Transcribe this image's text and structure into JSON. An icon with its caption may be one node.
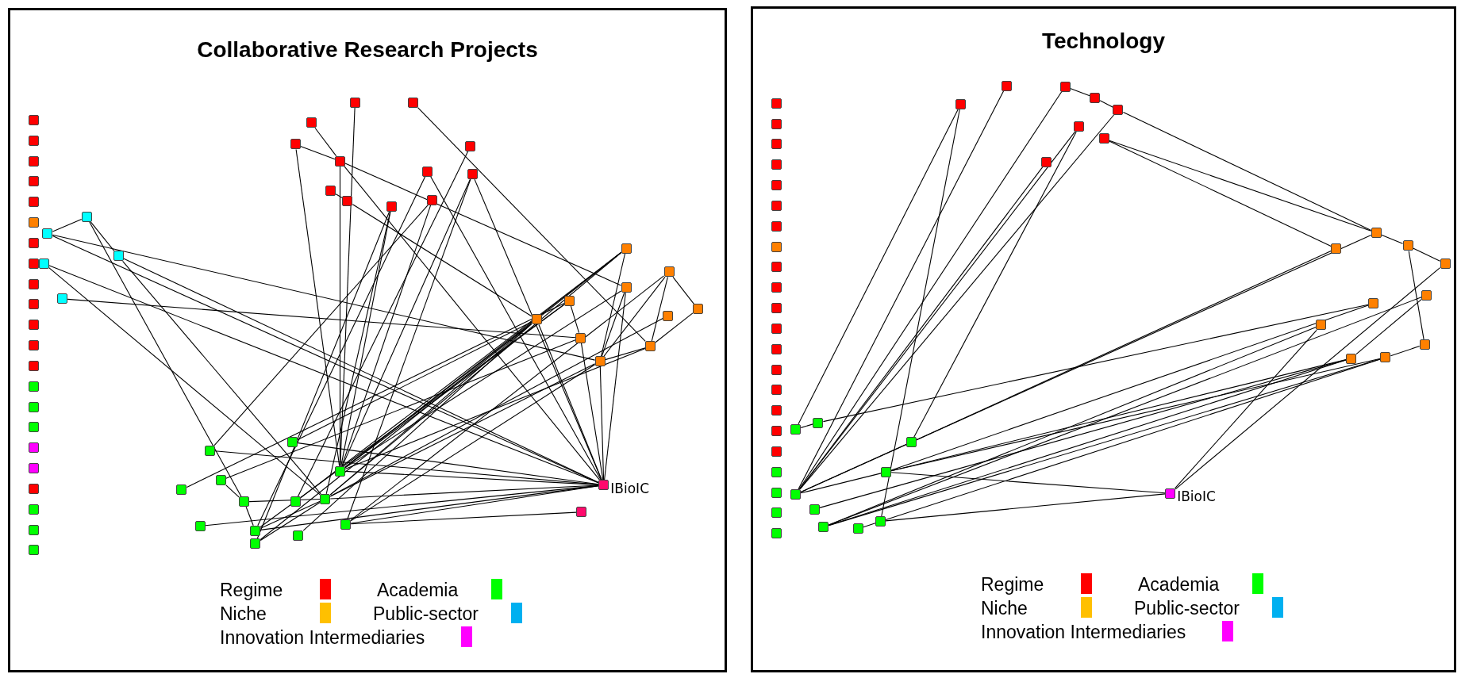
{
  "diagram": {
    "nodes": [
      {
        "text": [
          "Collaborative Research Projects"
        ]
      },
      {
        "text": [],
        "shape": "box",
        "in": 0
      },
      {
        "text": [],
        "shape": "box",
        "in": 0
      },
      {
        "text": [],
        "shape": "box",
        "in": 0
      },
      {
        "text": [],
        "shape": "box",
        "in": 0
      },
      {
        "text": [],
        "shape": "box",
        "in": 0
      },
      {
        "text": [],
        "shape": "box",
        "in": 0
      },
      {
        "text": [],
        "shape": "box",
        "in": 0
      },
      {
        "text": [],
        "shape": "box",
        "in": 0
      },
      {
        "text": [],
        "shape": "box",
        "in": 0
      },
      {
        "text": [],
        "shape": "box",
        "in": 0
      },
      {
        "text": [],
        "shape": "box",
        "in": 0
      },
      {
        "text": [],
        "shape": "box",
        "in": 0
      },
      {
        "text": [],
        "shape": "box",
        "in": 0
      },
      {
        "text": [],
        "shape": "box",
        "in": 0
      },
      {
        "text": [],
        "shape": "box",
        "in": 0
      },
      {
        "text": [],
        "shape": "box",
        "in": 0
      },
      {
        "text": [],
        "shape": "box",
        "in": 0
      },
      {
        "text": [],
        "shape": "box",
        "in": 0
      },
      {
        "text": [],
        "shape": "box",
        "in": 0
      },
      {
        "text": [],
        "shape": "box",
        "in": 0
      },
      {
        "text": [],
        "shape": "box",
        "in": 0
      },
      {
        "text": [],
        "shape": "box",
        "in": 0
      },
      {
        "text": [],
        "shape": "box",
        "in": 0
      },
      {
        "text": [],
        "shape": "box",
        "in": 0
      },
      {
        "text": [],
        "shape": "box",
        "in": 0
      },
      {
        "text": [],
        "shape": "box",
        "in": 0
      },
      {
        "text": [],
        "shape": "box",
        "in": 0
      },
      {
        "text": [],
        "shape": "box",
        "in": 0
      },
      {
        "text": [],
        "shape": "box",
        "in": 0
      },
      {
        "text": [],
        "shape": "box",
        "in": 0
      },
      {
        "text": [],
        "shape": "box",
        "in": 0
      },
      {
        "text": [],
        "shape": "box",
        "in": 0
      },
      {
        "text": [],
        "shape": "box",
        "in": 0
      },
      {
        "text": [],
        "shape": "box",
        "in": 0
      },
      {
        "text": [],
        "shape": "box",
        "in": 0
      },
      {
        "text": [],
        "shape": "box",
        "in": 0
      },
      {
        "text": [],
        "shape": "box",
        "in": 0
      },
      {
        "text": [],
        "shape": "box",
        "in": 0
      },
      {
        "text": [],
        "shape": "box",
        "in": 0
      },
      {
        "text": [],
        "shape": "box",
        "in": 0
      },
      {
        "text": [],
        "shape": "box",
        "in": 0
      },
      {
        "text": [],
        "shape": "box",
        "in": 0
      },
      {
        "text": [],
        "shape": "box",
        "in": 0
      },
      {
        "text": [],
        "shape": "box",
        "in": 0
      },
      {
        "text": [],
        "shape": "box",
        "in": 0
      },
      {
        "text": [],
        "shape": "box",
        "in": 0
      },
      {
        "text": [],
        "shape": "box",
        "in": 0
      },
      {
        "text": [],
        "shape": "box",
        "in": 0
      },
      {
        "text": [],
        "shape": "box",
        "in": 0
      },
      {
        "text": [],
        "shape": "box",
        "in": 0
      },
      {
        "text": [],
        "shape": "box",
        "in": 0
      },
      {
        "text": [],
        "shape": "box",
        "in": 0
      },
      {
        "text": [],
        "shape": "box",
        "in": 0
      },
      {
        "text": [],
        "shape": "box",
        "in": 0
      },
      {
        "text": [],
        "shape": "box",
        "in": 0
      },
      {
        "text": [],
        "shape": "box",
        "in": 0
      },
      {
        "text": [],
        "shape": "box",
        "in": 0
      },
      {
        "text": [],
        "shape": "box",
        "in": 0
      },
      {
        "text": [],
        "shape": "box",
        "in": 0
      },
      {
        "text": [],
        "shape": "box",
        "in": 0
      },
      {
        "text": [],
        "shape": "box",
        "in": 0
      },
      {
        "text": [],
        "shape": "box",
        "in": 0
      },
      {
        "text": [],
        "shape": "box",
        "in": 0,
        "beside": [
          "IBioIC"
        ]
      },
      {
        "text": [],
        "shape": "box",
        "in": 0
      },
      {
        "text": [
          "Technology"
        ]
      },
      {
        "text": [],
        "shape": "box",
        "in": 65
      },
      {
        "text": [],
        "shape": "box",
        "in": 65
      },
      {
        "text": [],
        "shape": "box",
        "in": 65
      },
      {
        "text": [],
        "shape": "box",
        "in": 65
      },
      {
        "text": [],
        "shape": "box",
        "in": 65
      },
      {
        "text": [],
        "shape": "box",
        "in": 65
      },
      {
        "text": [],
        "shape": "box",
        "in": 65
      },
      {
        "text": [],
        "shape": "box",
        "in": 65
      },
      {
        "text": [],
        "shape": "box",
        "in": 65
      },
      {
        "text": [],
        "shape": "box",
        "in": 65
      },
      {
        "text": [],
        "shape": "box",
        "in": 65
      },
      {
        "text": [],
        "shape": "box",
        "in": 65
      },
      {
        "text": [],
        "shape": "box",
        "in": 65
      },
      {
        "text": [],
        "shape": "box",
        "in": 65
      },
      {
        "text": [],
        "shape": "box",
        "in": 65
      },
      {
        "text": [],
        "shape": "box",
        "in": 65
      },
      {
        "text": [],
        "shape": "box",
        "in": 65
      },
      {
        "text": [],
        "shape": "box",
        "in": 65
      },
      {
        "text": [],
        "shape": "box",
        "in": 65
      },
      {
        "text": [],
        "shape": "box",
        "in": 65
      },
      {
        "text": [],
        "shape": "box",
        "in": 65
      },
      {
        "text": [],
        "shape": "box",
        "in": 65
      },
      {
        "text": [],
        "shape": "box",
        "in": 65
      },
      {
        "text": [],
        "shape": "box",
        "in": 65
      },
      {
        "text": [],
        "shape": "box",
        "in": 65
      },
      {
        "text": [],
        "shape": "box",
        "in": 65
      },
      {
        "text": [],
        "shape": "box",
        "in": 65
      },
      {
        "text": [],
        "shape": "box",
        "in": 65
      },
      {
        "text": [],
        "shape": "box",
        "in": 65
      },
      {
        "text": [],
        "shape": "box",
        "in": 65
      },
      {
        "text": [],
        "shape": "box",
        "in": 65
      },
      {
        "text": [],
        "shape": "box",
        "in": 65
      },
      {
        "text": [],
        "shape": "box",
        "in": 65
      },
      {
        "text": [],
        "shape": "box",
        "in": 65
      },
      {
        "text": [],
        "shape": "box",
        "in": 65
      },
      {
        "text": [],
        "shape": "box",
        "in": 65
      },
      {
        "text": [],
        "shape": "box",
        "in": 65
      },
      {
        "text": [],
        "shape": "box",
        "in": 65
      },
      {
        "text": [],
        "shape": "box",
        "in": 65
      },
      {
        "text": [],
        "shape": "box",
        "in": 65
      },
      {
        "text": [],
        "shape": "box",
        "in": 65
      },
      {
        "text": [],
        "shape": "box",
        "in": 65
      },
      {
        "text": [],
        "shape": "box",
        "in": 65
      },
      {
        "text": [],
        "shape": "box",
        "in": 65
      },
      {
        "text": [],
        "shape": "box",
        "in": 65
      },
      {
        "text": [],
        "shape": "box",
        "in": 65
      },
      {
        "text": [],
        "shape": "box",
        "in": 65
      },
      {
        "text": [],
        "shape": "box",
        "in": 65
      },
      {
        "text": [],
        "shape": "box",
        "in": 65
      },
      {
        "text": [],
        "shape": "box",
        "in": 65,
        "beside": [
          "IBioIC"
        ]
      }
    ],
    "edges": [
      {
        "from": 23,
        "to": 24,
        "arrow": "none"
      },
      {
        "from": 24,
        "to": 25,
        "arrow": "none"
      },
      {
        "from": 24,
        "to": 55,
        "arrow": "none"
      },
      {
        "from": 25,
        "to": 57,
        "arrow": "none"
      },
      {
        "from": 25,
        "to": 63,
        "arrow": "none"
      },
      {
        "from": 23,
        "to": 63,
        "arrow": "none"
      },
      {
        "from": 23,
        "to": 49,
        "arrow": "none"
      },
      {
        "from": 26,
        "to": 57,
        "arrow": "none"
      },
      {
        "from": 26,
        "to": 63,
        "arrow": "none"
      },
      {
        "from": 27,
        "to": 47,
        "arrow": "none"
      },
      {
        "from": 30,
        "to": 32,
        "arrow": "none"
      },
      {
        "from": 31,
        "to": 32,
        "arrow": "none"
      },
      {
        "from": 31,
        "to": 52,
        "arrow": "none"
      },
      {
        "from": 28,
        "to": 52,
        "arrow": "none"
      },
      {
        "from": 32,
        "to": 52,
        "arrow": "none"
      },
      {
        "from": 32,
        "to": 63,
        "arrow": "none"
      },
      {
        "from": 32,
        "to": 43,
        "arrow": "none"
      },
      {
        "from": 36,
        "to": 37,
        "arrow": "none"
      },
      {
        "from": 37,
        "to": 45,
        "arrow": "none"
      },
      {
        "from": 29,
        "to": 48,
        "arrow": "none"
      },
      {
        "from": 33,
        "to": 56,
        "arrow": "none"
      },
      {
        "from": 35,
        "to": 52,
        "arrow": "none"
      },
      {
        "from": 35,
        "to": 61,
        "arrow": "none"
      },
      {
        "from": 35,
        "to": 63,
        "arrow": "none"
      },
      {
        "from": 34,
        "to": 63,
        "arrow": "none"
      },
      {
        "from": 34,
        "to": 59,
        "arrow": "none"
      },
      {
        "from": 39,
        "to": 50,
        "arrow": "none"
      },
      {
        "from": 39,
        "to": 52,
        "arrow": "none"
      },
      {
        "from": 38,
        "to": 52,
        "arrow": "none"
      },
      {
        "from": 38,
        "to": 62,
        "arrow": "none"
      },
      {
        "from": 38,
        "to": 57,
        "arrow": "none"
      },
      {
        "from": 40,
        "to": 45,
        "arrow": "none"
      },
      {
        "from": 40,
        "to": 49,
        "arrow": "none"
      },
      {
        "from": 40,
        "to": 52,
        "arrow": "none"
      },
      {
        "from": 40,
        "to": 57,
        "arrow": "none"
      },
      {
        "from": 41,
        "to": 42,
        "arrow": "none"
      },
      {
        "from": 41,
        "to": 49,
        "arrow": "none"
      },
      {
        "from": 41,
        "to": 48,
        "arrow": "none"
      },
      {
        "from": 41,
        "to": 61,
        "arrow": "none"
      },
      {
        "from": 42,
        "to": 48,
        "arrow": "none"
      },
      {
        "from": 43,
        "to": 52,
        "arrow": "none"
      },
      {
        "from": 43,
        "to": 49,
        "arrow": "none"
      },
      {
        "from": 43,
        "to": 63,
        "arrow": "none"
      },
      {
        "from": 44,
        "to": 52,
        "arrow": "none"
      },
      {
        "from": 44,
        "to": 59,
        "arrow": "none"
      },
      {
        "from": 44,
        "to": 47,
        "arrow": "none"
      },
      {
        "from": 45,
        "to": 52,
        "arrow": "none"
      },
      {
        "from": 45,
        "to": 57,
        "arrow": "none"
      },
      {
        "from": 45,
        "to": 63,
        "arrow": "none"
      },
      {
        "from": 45,
        "to": 51,
        "arrow": "none"
      },
      {
        "from": 45,
        "to": 60,
        "arrow": "none"
      },
      {
        "from": 46,
        "to": 57,
        "arrow": "none"
      },
      {
        "from": 47,
        "to": 54,
        "arrow": "none"
      },
      {
        "from": 47,
        "to": 63,
        "arrow": "none"
      },
      {
        "from": 48,
        "to": 49,
        "arrow": "none"
      },
      {
        "from": 48,
        "to": 52,
        "arrow": "none"
      },
      {
        "from": 49,
        "to": 61,
        "arrow": "none"
      },
      {
        "from": 49,
        "to": 63,
        "arrow": "none"
      },
      {
        "from": 49,
        "to": 57,
        "arrow": "none"
      },
      {
        "from": 50,
        "to": 63,
        "arrow": "none"
      },
      {
        "from": 51,
        "to": 63,
        "arrow": "none"
      },
      {
        "from": 52,
        "to": 63,
        "arrow": "none"
      },
      {
        "from": 54,
        "to": 55,
        "arrow": "none"
      },
      {
        "from": 55,
        "to": 59,
        "arrow": "none"
      },
      {
        "from": 55,
        "to": 57,
        "arrow": "none"
      },
      {
        "from": 57,
        "to": 63,
        "arrow": "none"
      },
      {
        "from": 57,
        "to": 59,
        "arrow": "none"
      },
      {
        "from": 58,
        "to": 63,
        "arrow": "none"
      },
      {
        "from": 59,
        "to": 63,
        "arrow": "none"
      },
      {
        "from": 61,
        "to": 63,
        "arrow": "none"
      },
      {
        "from": 62,
        "to": 57,
        "arrow": "none"
      },
      {
        "from": 53,
        "to": 44,
        "arrow": "none"
      },
      {
        "from": 64,
        "to": 61,
        "arrow": "none"
      },
      {
        "from": 56,
        "to": 40,
        "arrow": "none"
      },
      {
        "from": 62,
        "to": 45,
        "arrow": "none"
      },
      {
        "from": 90,
        "to": 91,
        "arrow": "none"
      },
      {
        "from": 91,
        "to": 92,
        "arrow": "none"
      },
      {
        "from": 92,
        "to": 96,
        "arrow": "none"
      },
      {
        "from": 95,
        "to": 96,
        "arrow": "none"
      },
      {
        "from": 95,
        "to": 99,
        "arrow": "none"
      },
      {
        "from": 92,
        "to": 110,
        "arrow": "none"
      },
      {
        "from": 94,
        "to": 110,
        "arrow": "none"
      },
      {
        "from": 93,
        "to": 110,
        "arrow": "none"
      },
      {
        "from": 93,
        "to": 108,
        "arrow": "none"
      },
      {
        "from": 88,
        "to": 106,
        "arrow": "none"
      },
      {
        "from": 88,
        "to": 114,
        "arrow": "none"
      },
      {
        "from": 89,
        "to": 110,
        "arrow": "none"
      },
      {
        "from": 90,
        "to": 110,
        "arrow": "none"
      },
      {
        "from": 96,
        "to": 97,
        "arrow": "none"
      },
      {
        "from": 97,
        "to": 98,
        "arrow": "none"
      },
      {
        "from": 97,
        "to": 103,
        "arrow": "none"
      },
      {
        "from": 96,
        "to": 110,
        "arrow": "none"
      },
      {
        "from": 99,
        "to": 108,
        "arrow": "none"
      },
      {
        "from": 101,
        "to": 107,
        "arrow": "none"
      },
      {
        "from": 101,
        "to": 109,
        "arrow": "none"
      },
      {
        "from": 102,
        "to": 115,
        "arrow": "none"
      },
      {
        "from": 98,
        "to": 115,
        "arrow": "none"
      },
      {
        "from": 100,
        "to": 105,
        "arrow": "none"
      },
      {
        "from": 103,
        "to": 104,
        "arrow": "none"
      },
      {
        "from": 104,
        "to": 109,
        "arrow": "none"
      },
      {
        "from": 104,
        "to": 112,
        "arrow": "none"
      },
      {
        "from": 104,
        "to": 114,
        "arrow": "none"
      },
      {
        "from": 105,
        "to": 109,
        "arrow": "none"
      },
      {
        "from": 105,
        "to": 111,
        "arrow": "none"
      },
      {
        "from": 105,
        "to": 112,
        "arrow": "none"
      },
      {
        "from": 102,
        "to": 112,
        "arrow": "none"
      },
      {
        "from": 100,
        "to": 112,
        "arrow": "none"
      },
      {
        "from": 106,
        "to": 107,
        "arrow": "none"
      },
      {
        "from": 109,
        "to": 115,
        "arrow": "none"
      },
      {
        "from": 114,
        "to": 115,
        "arrow": "none"
      },
      {
        "from": 113,
        "to": 114,
        "arrow": "none"
      },
      {
        "from": 110,
        "to": 109,
        "arrow": "none"
      },
      {
        "from": 110,
        "to": 108,
        "arrow": "none"
      }
    ],
    "legend": [
      {
        "text": "Regime",
        "color": "#ff0000"
      },
      {
        "text": "Academia",
        "color": "#00ff00"
      },
      {
        "text": "Niche",
        "color": "#ffc000"
      },
      {
        "text": "Public-sector",
        "color": "#00b0f0"
      },
      {
        "text": "Innovation Intermediaries",
        "color": "#ff00ff"
      },
      {
        "text": "Regime",
        "color": "#ff0000"
      },
      {
        "text": "Academia",
        "color": "#00ff00"
      },
      {
        "text": "Niche",
        "color": "#ffc000"
      },
      {
        "text": "Public-sector",
        "color": "#00b0f0"
      },
      {
        "text": "Innovation Intermediaries",
        "color": "#ff00ff"
      }
    ]
  }
}
